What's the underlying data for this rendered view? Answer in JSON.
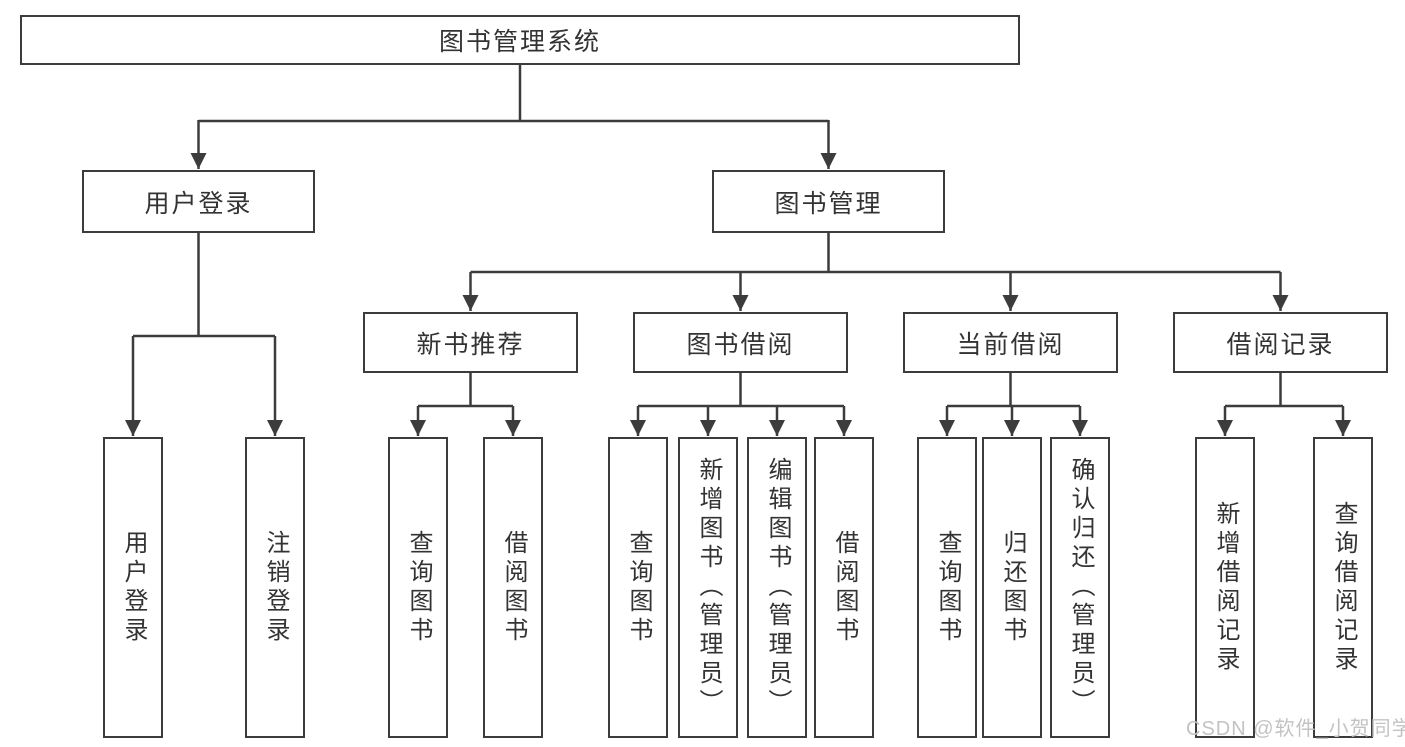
{
  "tree": {
    "label": "图书管理系统",
    "children": [
      {
        "label": "用户登录",
        "children": [
          {
            "label": "用户登录"
          },
          {
            "label": "注销登录"
          }
        ]
      },
      {
        "label": "图书管理",
        "children": [
          {
            "label": "新书推荐",
            "children": [
              {
                "label": "查询图书"
              },
              {
                "label": "借阅图书"
              }
            ]
          },
          {
            "label": "图书借阅",
            "children": [
              {
                "label": "查询图书"
              },
              {
                "label": "新增图书（管理员）"
              },
              {
                "label": "编辑图书（管理员）"
              },
              {
                "label": "借阅图书"
              }
            ]
          },
          {
            "label": "当前借阅",
            "children": [
              {
                "label": "查询图书"
              },
              {
                "label": "归还图书"
              },
              {
                "label": "确认归还（管理员）"
              }
            ]
          },
          {
            "label": "借阅记录",
            "children": [
              {
                "label": "新增借阅记录"
              },
              {
                "label": "查询借阅记录"
              }
            ]
          }
        ]
      }
    ]
  },
  "watermark": {
    "text": "CSDN @软件_小贺同学"
  },
  "colors": {
    "line": "#3c3c3c",
    "box_border": "#3c3c3c",
    "text": "#333333",
    "watermark": "#c3c3c3",
    "background": "#ffffff"
  }
}
